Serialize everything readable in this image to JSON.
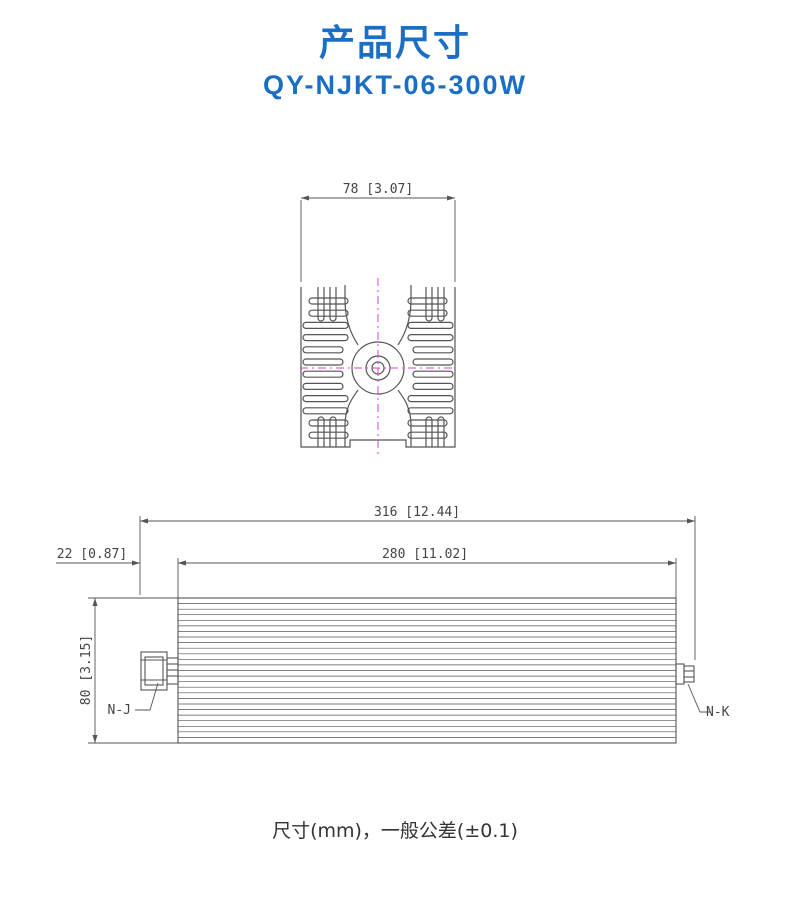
{
  "header": {
    "title": "产品尺寸",
    "model": "QY-NJKT-06-300W"
  },
  "dimensions": {
    "heatsink_width": "78 [3.07]",
    "overall_length": "316 [12.44]",
    "connector_length": "22 [0.87]",
    "body_length": "280 [11.02]",
    "height": "80 [3.15]"
  },
  "connectors": {
    "left": "N-J",
    "right": "N-K"
  },
  "footer": {
    "note": "尺寸(mm)，一般公差(±0.1)"
  },
  "colors": {
    "title": "#1a6fc4",
    "line": "#555555",
    "centerline": "#e040c0"
  }
}
